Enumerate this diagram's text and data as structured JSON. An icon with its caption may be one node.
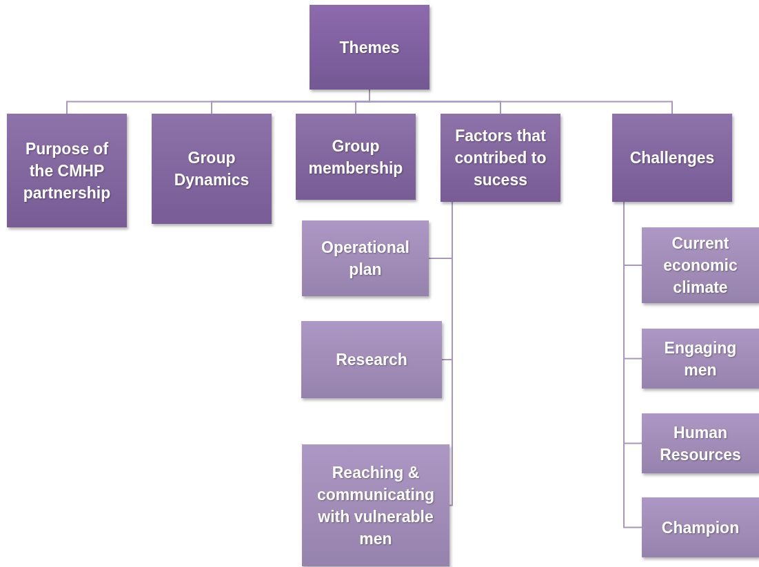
{
  "diagram": {
    "nodes": [
      {
        "text": [
          "Themes"
        ]
      },
      {
        "text": [
          "Purpose of the CMHP partnership"
        ]
      },
      {
        "text": [
          "Group Dynamics"
        ]
      },
      {
        "text": [
          "Group membership"
        ]
      },
      {
        "text": [
          "Factors that contribed to sucess"
        ]
      },
      {
        "text": [
          "Challenges"
        ]
      },
      {
        "text": [
          "Operational plan"
        ]
      },
      {
        "text": [
          "Research"
        ]
      },
      {
        "text": [
          "Reaching & communicating with vulnerable men"
        ]
      },
      {
        "text": [
          "Current economic climate"
        ]
      },
      {
        "text": [
          "Engaging men"
        ]
      },
      {
        "text": [
          "Human Resources"
        ]
      },
      {
        "text": [
          "Champion"
        ]
      }
    ],
    "edges": [
      {
        "from": 0,
        "to": 1,
        "arrow": "none"
      },
      {
        "from": 0,
        "to": 2,
        "arrow": "none"
      },
      {
        "from": 0,
        "to": 3,
        "arrow": "none"
      },
      {
        "from": 0,
        "to": 4,
        "arrow": "none"
      },
      {
        "from": 0,
        "to": 5,
        "arrow": "none"
      },
      {
        "from": 4,
        "to": 6,
        "arrow": "none"
      },
      {
        "from": 4,
        "to": 7,
        "arrow": "none"
      },
      {
        "from": 4,
        "to": 8,
        "arrow": "none"
      },
      {
        "from": 5,
        "to": 9,
        "arrow": "none"
      },
      {
        "from": 5,
        "to": 10,
        "arrow": "none"
      },
      {
        "from": 5,
        "to": 11,
        "arrow": "none"
      },
      {
        "from": 5,
        "to": 12,
        "arrow": "none"
      }
    ]
  }
}
